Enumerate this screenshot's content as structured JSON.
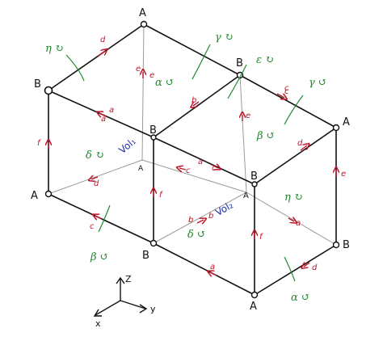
{
  "vertex_labels": [
    "A",
    "B",
    "B",
    "B",
    "A",
    "A",
    "A",
    "B",
    "B",
    "B",
    "A",
    "A"
  ],
  "edge_labels": [
    "d",
    "c",
    "a",
    "e",
    "a",
    "b",
    "e",
    "c",
    "f",
    "d",
    "c",
    "e",
    "a",
    "b",
    "f",
    "c",
    "f",
    "d",
    "b",
    "a",
    "d",
    "c",
    "a",
    "e"
  ],
  "glue_labels": [
    "η ↻",
    "γ ↻",
    "ε ↻",
    "γ ↺",
    "α ↺",
    "β ↺",
    "δ ↻",
    "η ↻",
    "δ ↺",
    "β ↺",
    "α ↺"
  ],
  "volume_labels": [
    "Vol₁",
    "Vol₂"
  ],
  "axes": {
    "z": "Z",
    "y": "y",
    "x": "x"
  },
  "colors": {
    "edges": "#111111",
    "hidden_edges": "#9a9a9a",
    "edge_labels": "#c0142a",
    "glue_labels": "#1f8a2c",
    "volumes": "#1a2aa8"
  }
}
